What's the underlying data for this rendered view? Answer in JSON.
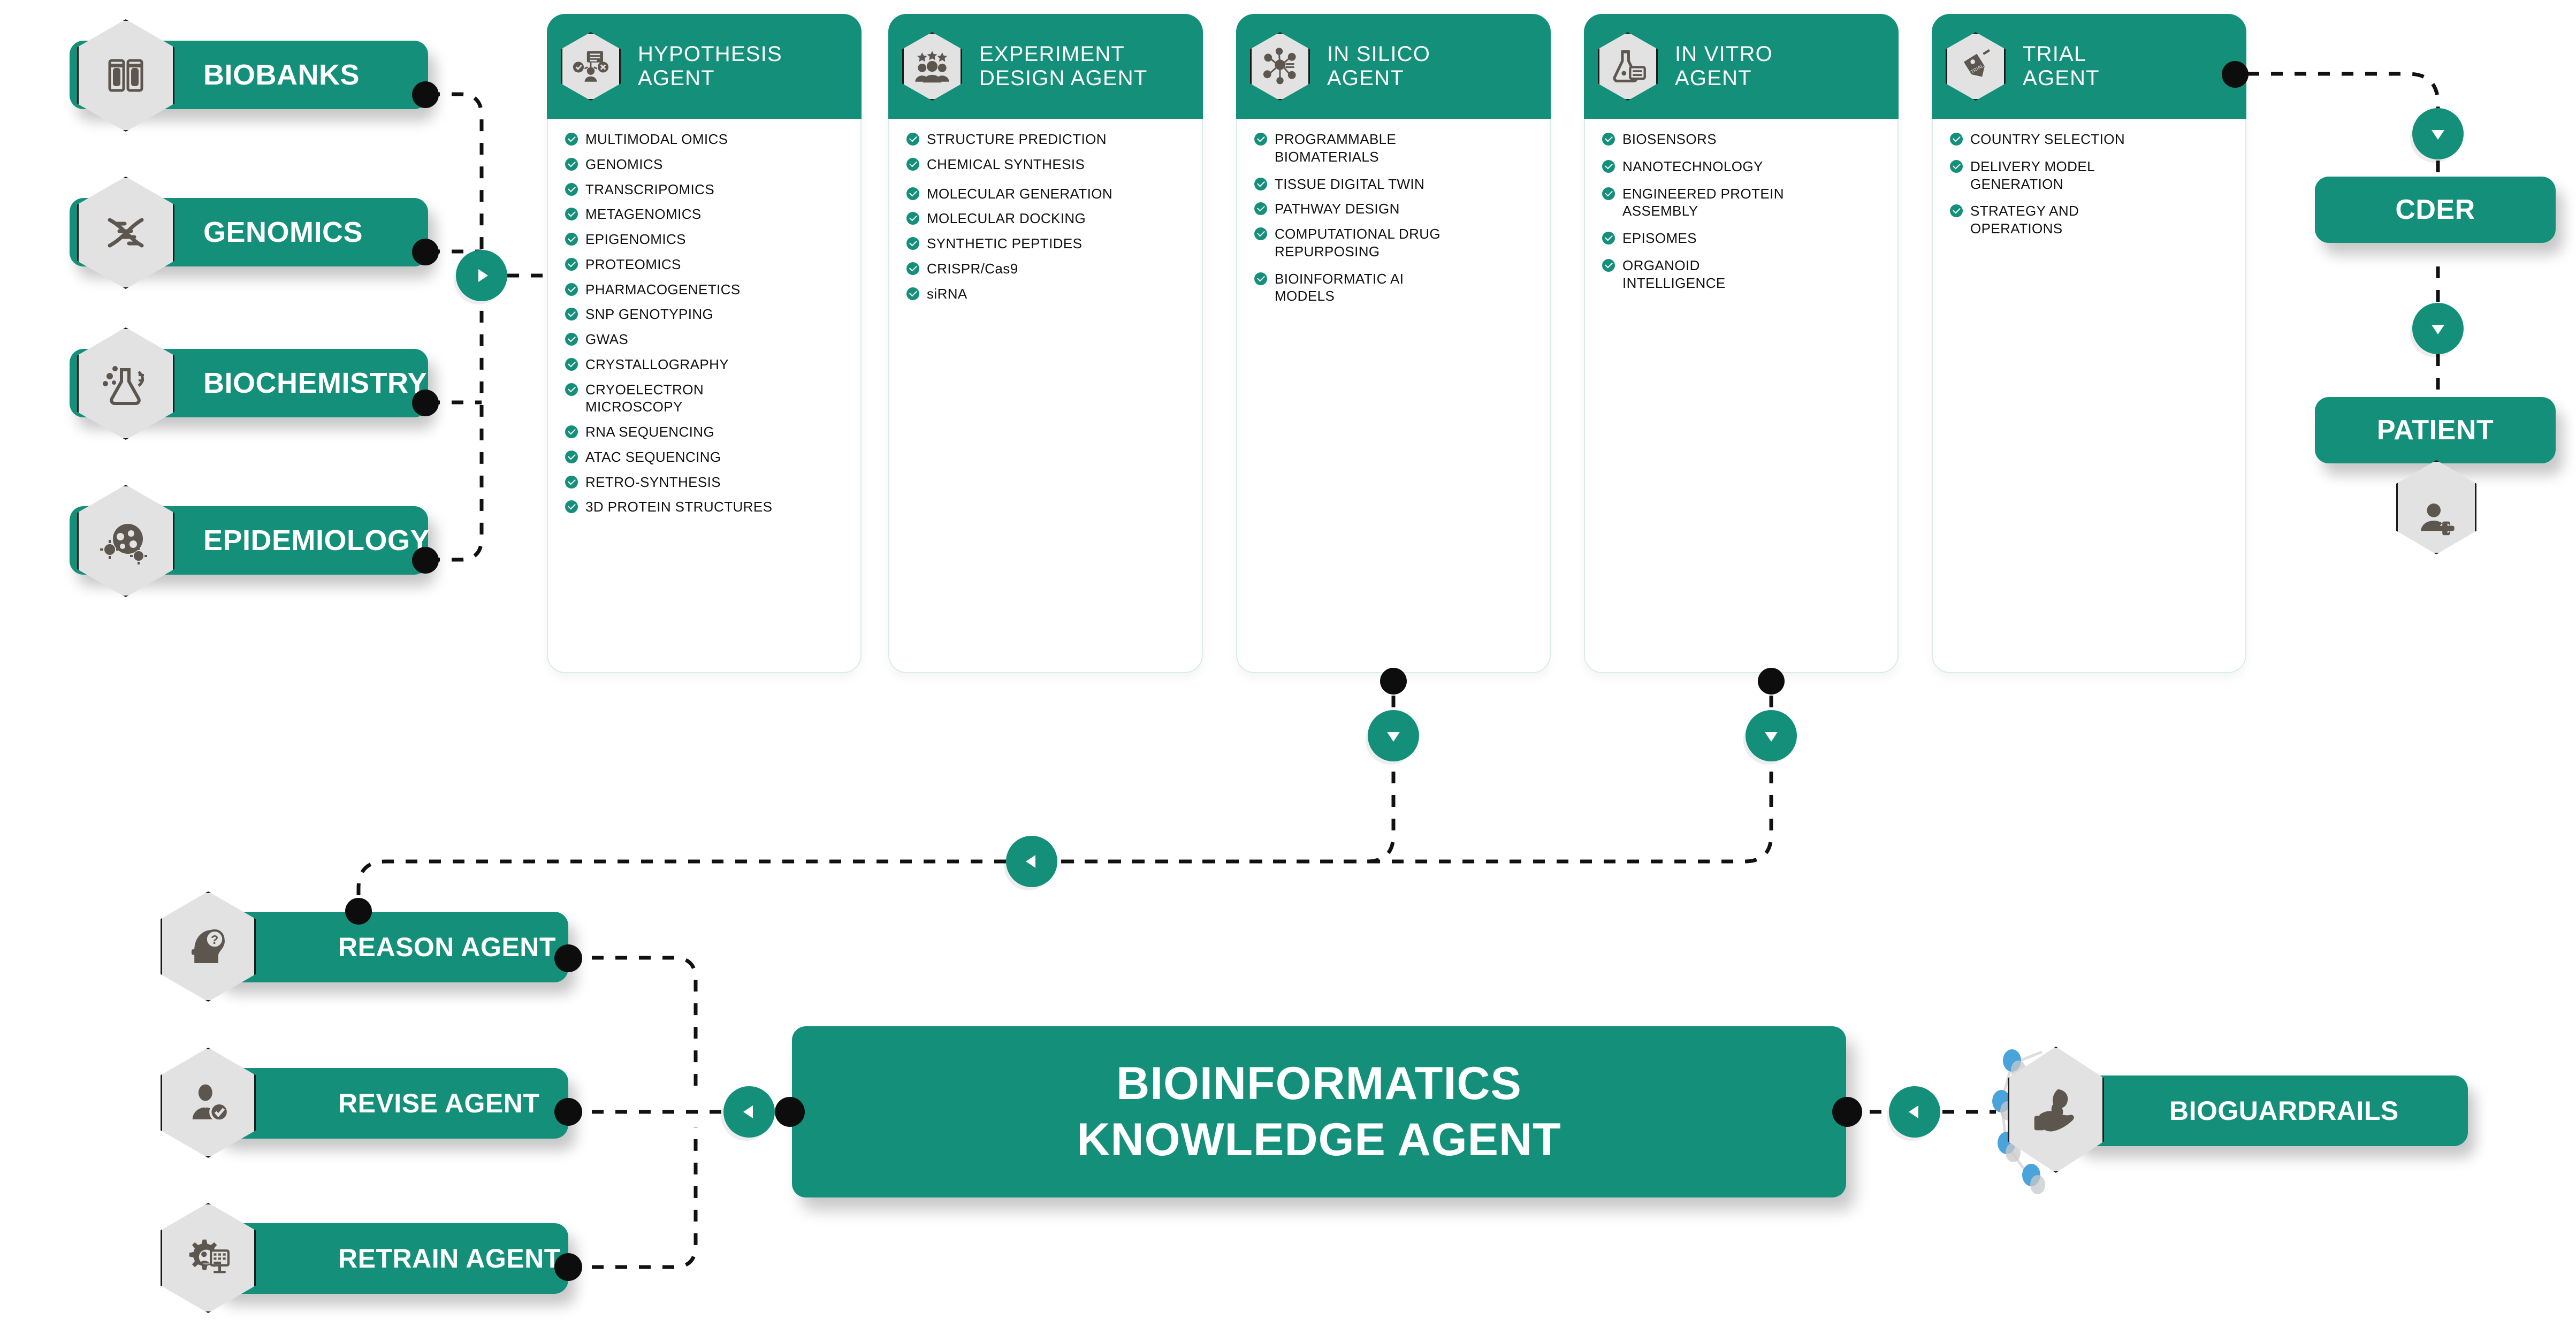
{
  "theme": {
    "green": "#14907A",
    "green_dark": "#0E7A66",
    "hex_fill": "#E2E2E2",
    "icon_gray": "#5C564F",
    "node_black": "#0d0d0d",
    "blue_dot": "#4BA3DB"
  },
  "sources": {
    "items": [
      {
        "label": "BIOBANKS",
        "icon": "specimen-vials-icon"
      },
      {
        "label": "GENOMICS",
        "icon": "dna-helix-icon"
      },
      {
        "label": "BIOCHEMISTRY",
        "icon": "flask-molecule-icon"
      },
      {
        "label": "EPIDEMIOLOGY",
        "icon": "globe-virus-icon"
      }
    ]
  },
  "agents": [
    {
      "title": "HYPOTHESIS\nAGENT",
      "title_lines": [
        "HYPOTHESIS",
        "AGENT"
      ],
      "icon": "hypothesis-network-icon",
      "items": [
        "MULTIMODAL OMICS",
        "GENOMICS",
        "TRANSCRIPOMICS",
        "METAGENOMICS",
        "EPIGENOMICS",
        "PROTEOMICS",
        "PHARMACOGENETICS",
        "SNP GENOTYPING",
        "GWAS",
        "CRYSTALLOGRAPHY",
        "CRYOELECTRON MICROSCOPY",
        "RNA SEQUENCING",
        "ATAC SEQUENCING",
        "RETRO-SYNTHESIS",
        "3D PROTEIN STRUCTURES"
      ]
    },
    {
      "title": "EXPERIMENT\nDESIGN AGENT",
      "title_lines": [
        "EXPERIMENT",
        "DESIGN AGENT"
      ],
      "icon": "team-stars-icon",
      "items": [
        "STRUCTURE PREDICTION",
        "CHEMICAL SYNTHESIS",
        "MOLECULAR GENERATION",
        "MOLECULAR DOCKING",
        "SYNTHETIC PEPTIDES",
        "CRISPR/Cas9",
        "siRNA"
      ]
    },
    {
      "title": "IN SILICO\nAGENT",
      "title_lines": [
        "IN SILICO",
        "AGENT"
      ],
      "icon": "molecule-chip-icon",
      "items": [
        "PROGRAMMABLE BIOMATERIALS",
        "TISSUE DIGITAL TWIN",
        "PATHWAY DESIGN",
        "COMPUTATIONAL DRUG REPURPOSING",
        "BIOINFORMATIC AI MODELS"
      ]
    },
    {
      "title": "IN VITRO\nAGENT",
      "title_lines": [
        "IN VITRO",
        "AGENT"
      ],
      "icon": "flask-report-icon",
      "items": [
        "BIOSENSORS",
        "NANOTECHNOLOGY",
        "ENGINEERED PROTEIN ASSEMBLY",
        "EPISOMES",
        "ORGANOID INTELLIGENCE"
      ]
    },
    {
      "title": "TRIAL\nAGENT",
      "title_lines": [
        "TRIAL",
        "AGENT"
      ],
      "icon": "trial-tag-icon",
      "items": [
        "COUNTRY SELECTION",
        "DELIVERY MODEL GENERATION",
        "STRATEGY AND OPERATIONS"
      ]
    }
  ],
  "outputs": {
    "cder": {
      "label": "CDER"
    },
    "patient": {
      "label": "PATIENT",
      "icon": "patient-add-icon"
    }
  },
  "loop_agents": [
    {
      "label": "REASON AGENT",
      "icon": "head-question-icon"
    },
    {
      "label": "REVISE AGENT",
      "icon": "person-check-icon"
    },
    {
      "label": "RETRAIN AGENT",
      "icon": "gear-training-icon"
    }
  ],
  "center": {
    "line1": "BIOINFORMATICS",
    "line2": "KNOWLEDGE AGENT"
  },
  "guardrails": {
    "label": "BIOGUARDRAILS",
    "icon": "hand-leaf-icon"
  }
}
